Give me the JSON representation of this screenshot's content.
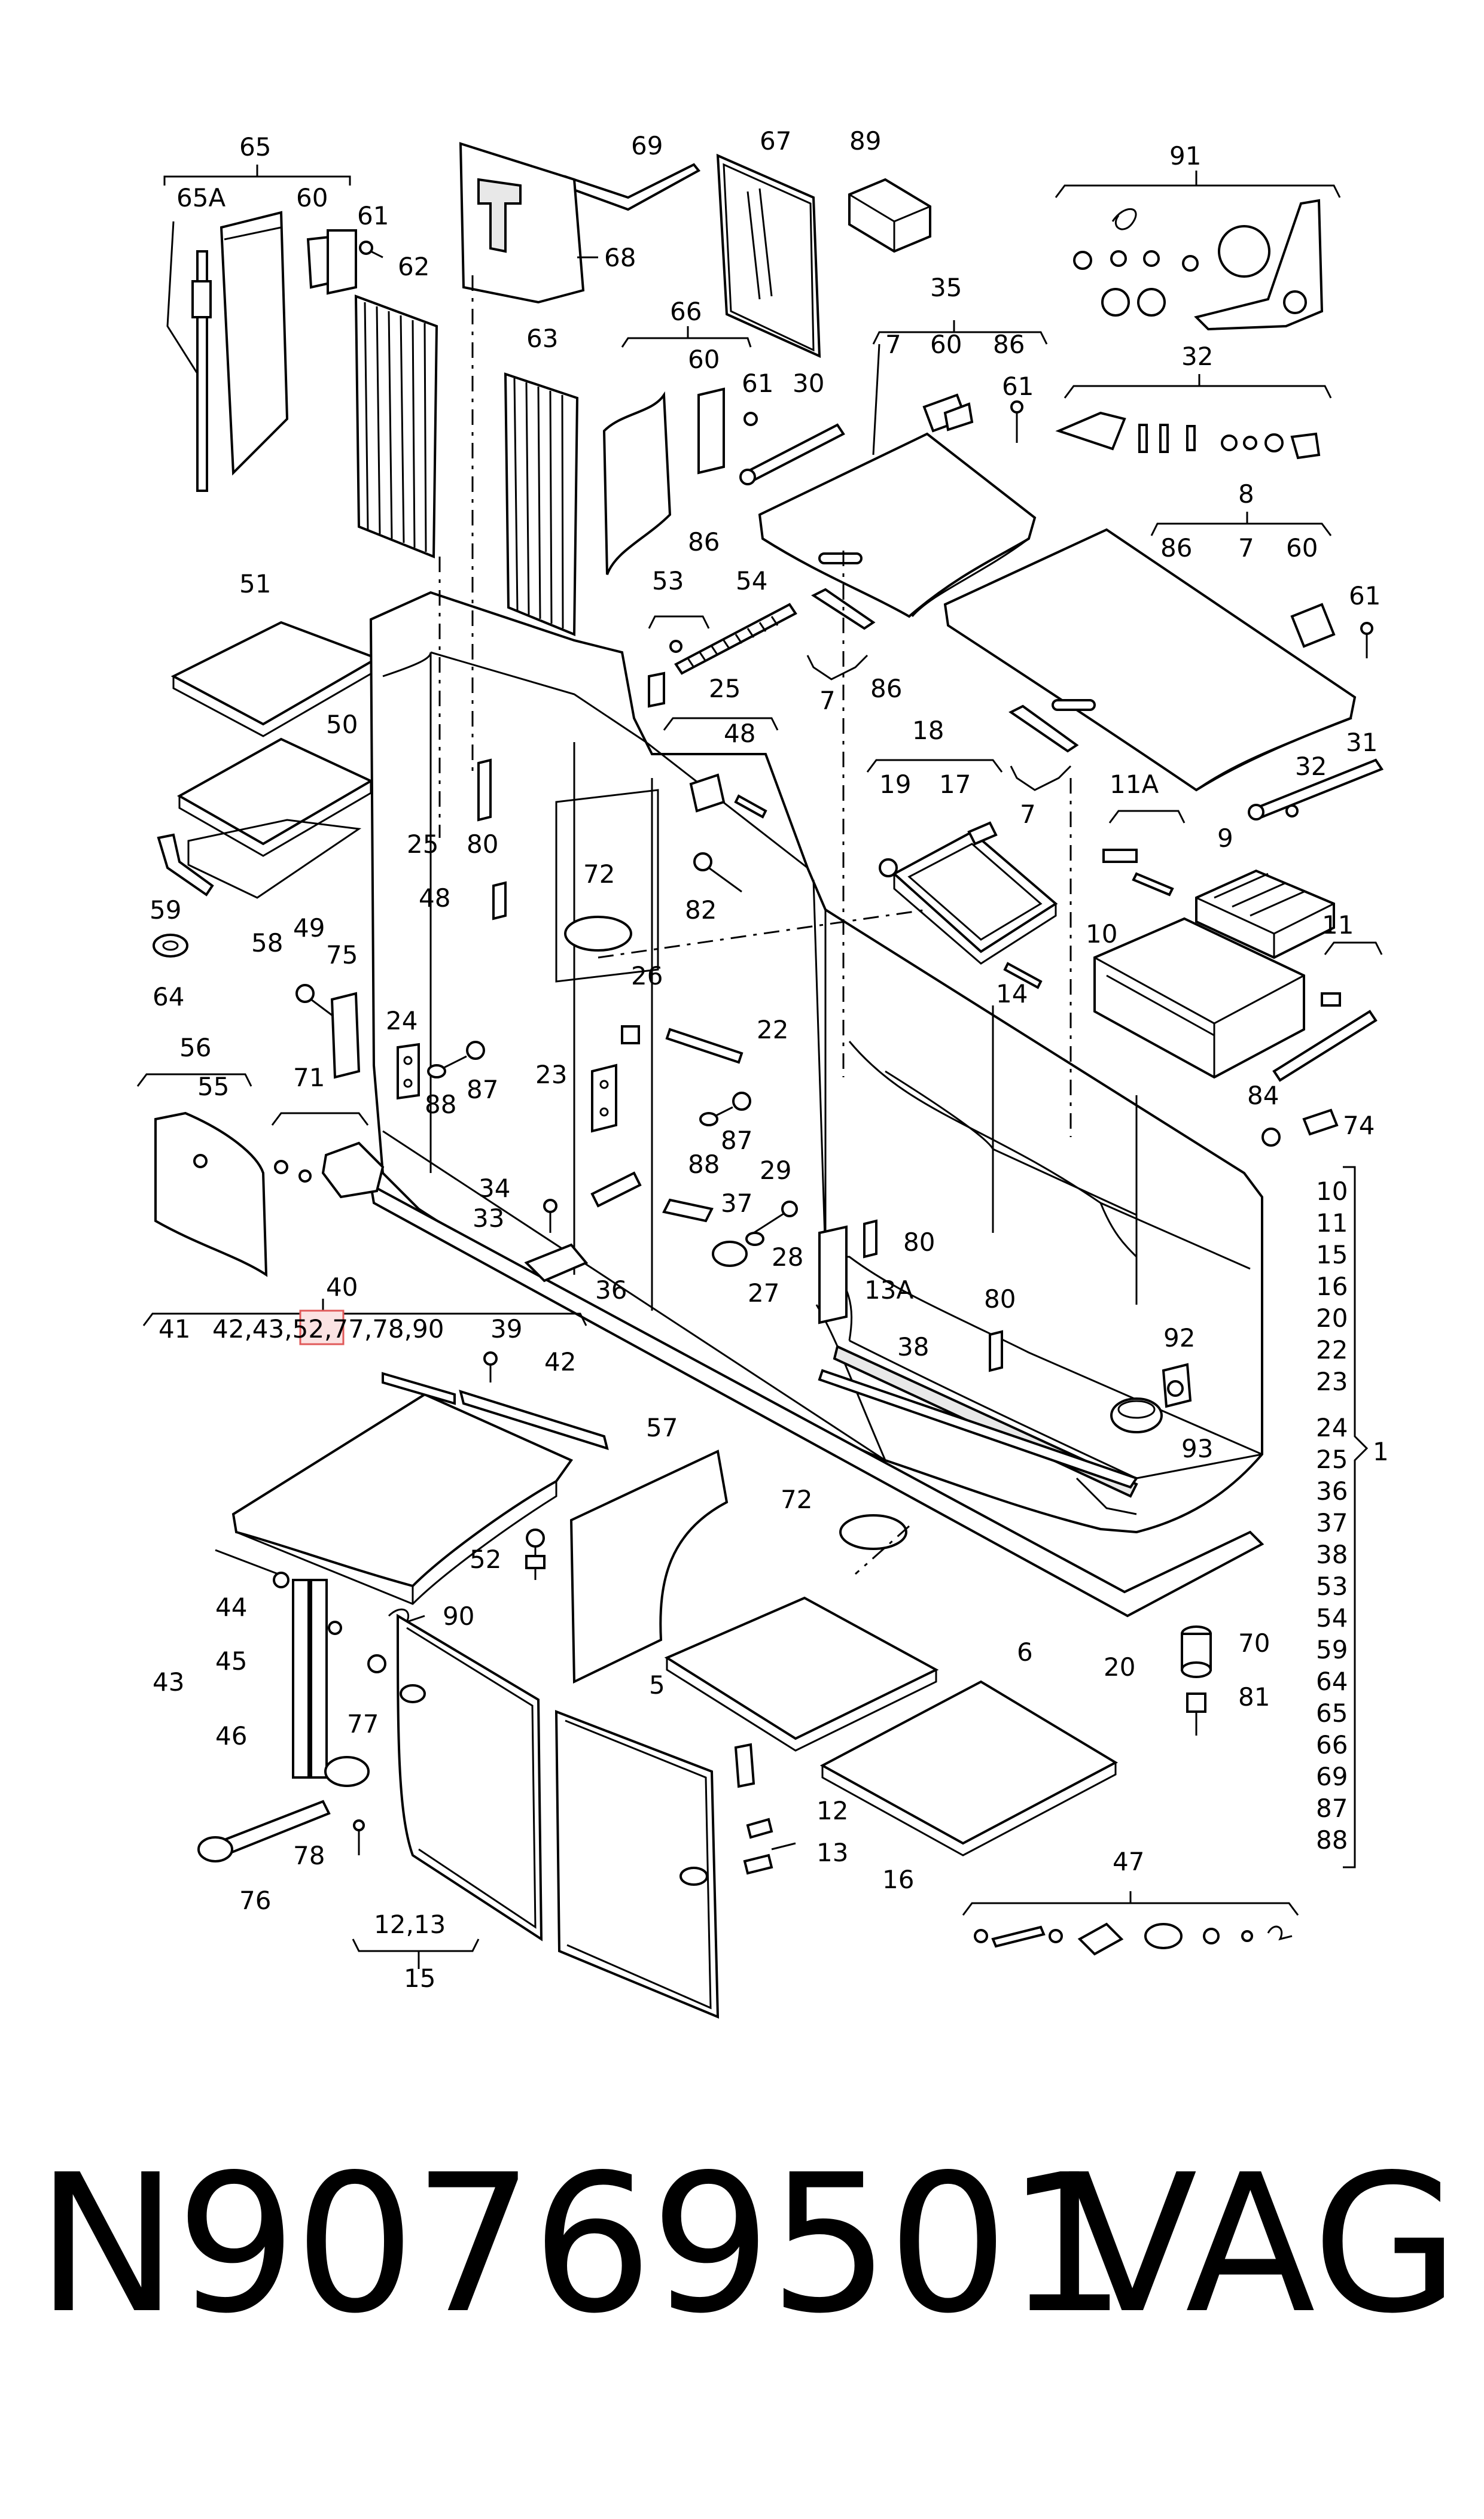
{
  "callouts": {
    "c65": "65",
    "c65A": "65A",
    "c60a": "60",
    "c61a": "61",
    "c62": "62",
    "c69": "69",
    "c68": "68",
    "c67": "67",
    "c89": "89",
    "c91": "91",
    "c66": "66",
    "c60b": "60",
    "c61b": "61",
    "c63": "63",
    "c30": "30",
    "c35": "35",
    "c7a": "7",
    "c60c": "60",
    "c86a": "86",
    "c61c": "61",
    "c32a": "32",
    "c86b": "86",
    "c8": "8",
    "c86c": "86",
    "c7b": "7",
    "c60d": "60",
    "c61d": "61",
    "c51": "51",
    "c53": "53",
    "c54": "54",
    "c7c": "7",
    "c86d": "86",
    "c50": "50",
    "c25a": "25",
    "c48a": "48",
    "c80a": "80",
    "c18": "18",
    "c19": "19",
    "c17": "17",
    "c7d": "7",
    "c32b": "32",
    "c31": "31",
    "c11A": "11A",
    "c9": "9",
    "c59": "59",
    "c72a": "72",
    "c82": "82",
    "c58": "58",
    "c49": "49",
    "c75": "75",
    "c25b": "25",
    "c48b": "48",
    "c10": "10",
    "c64": "64",
    "c26": "26",
    "c14": "14",
    "c11": "11",
    "c22": "22",
    "c24": "24",
    "c56": "56",
    "c87a": "87",
    "c88a": "88",
    "c23": "23",
    "c55": "55",
    "c71": "71",
    "c88b": "88",
    "c87b": "87",
    "c84": "84",
    "c74": "74",
    "c29": "29",
    "c34": "34",
    "c37": "37",
    "c33": "33",
    "c28": "28",
    "c80b": "80",
    "c36": "36",
    "c27": "27",
    "c13A": "13A",
    "c40": "40",
    "c41": "41",
    "c39": "39",
    "c80c": "80",
    "c92": "92",
    "c42": "42",
    "c38": "38",
    "c93": "93",
    "c57": "57",
    "c72b": "72",
    "c52": "52",
    "c90": "90",
    "c44": "44",
    "c45": "45",
    "c43": "43",
    "c5": "5",
    "c6": "6",
    "c46": "46",
    "c77": "77",
    "c20": "20",
    "c70": "70",
    "c81": "81",
    "c12": "12",
    "c13": "13",
    "c16": "16",
    "c78": "78",
    "c76": "76",
    "c47": "47",
    "c1213": "12,13",
    "c15": "15",
    "c1": "1"
  },
  "group40_text": {
    "pre": "42,43,",
    "highlight": "52",
    "post": ",77,78,90"
  },
  "right_list": [
    "10",
    "11",
    "15",
    "16",
    "20",
    "22",
    "23",
    "24",
    "25",
    "36",
    "37",
    "38",
    "53",
    "54",
    "59",
    "64",
    "65",
    "66",
    "69",
    "87",
    "88"
  ],
  "footer": {
    "part_number": "N90769501",
    "brand": "VAG"
  },
  "colors": {
    "highlight_fill": "#fbe3e3",
    "highlight_stroke": "#e05a5a"
  }
}
